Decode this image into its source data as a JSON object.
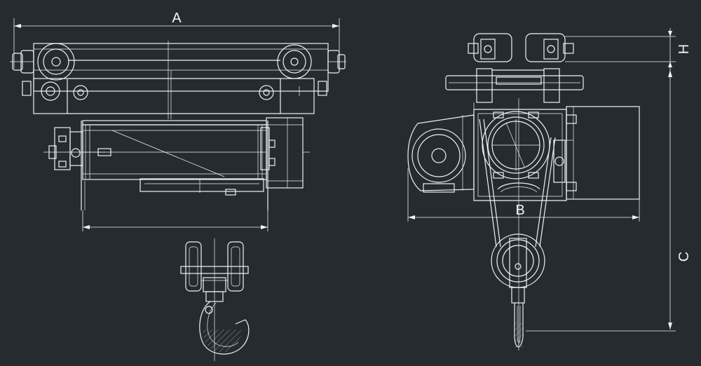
{
  "drawing": {
    "style": "white line drawing on dark blueprint background",
    "colors": {
      "background": "#262b30",
      "lines": "#eef2f4"
    },
    "dimension_labels": {
      "a": "A",
      "b": "B",
      "c": "C",
      "h": "H"
    }
  }
}
